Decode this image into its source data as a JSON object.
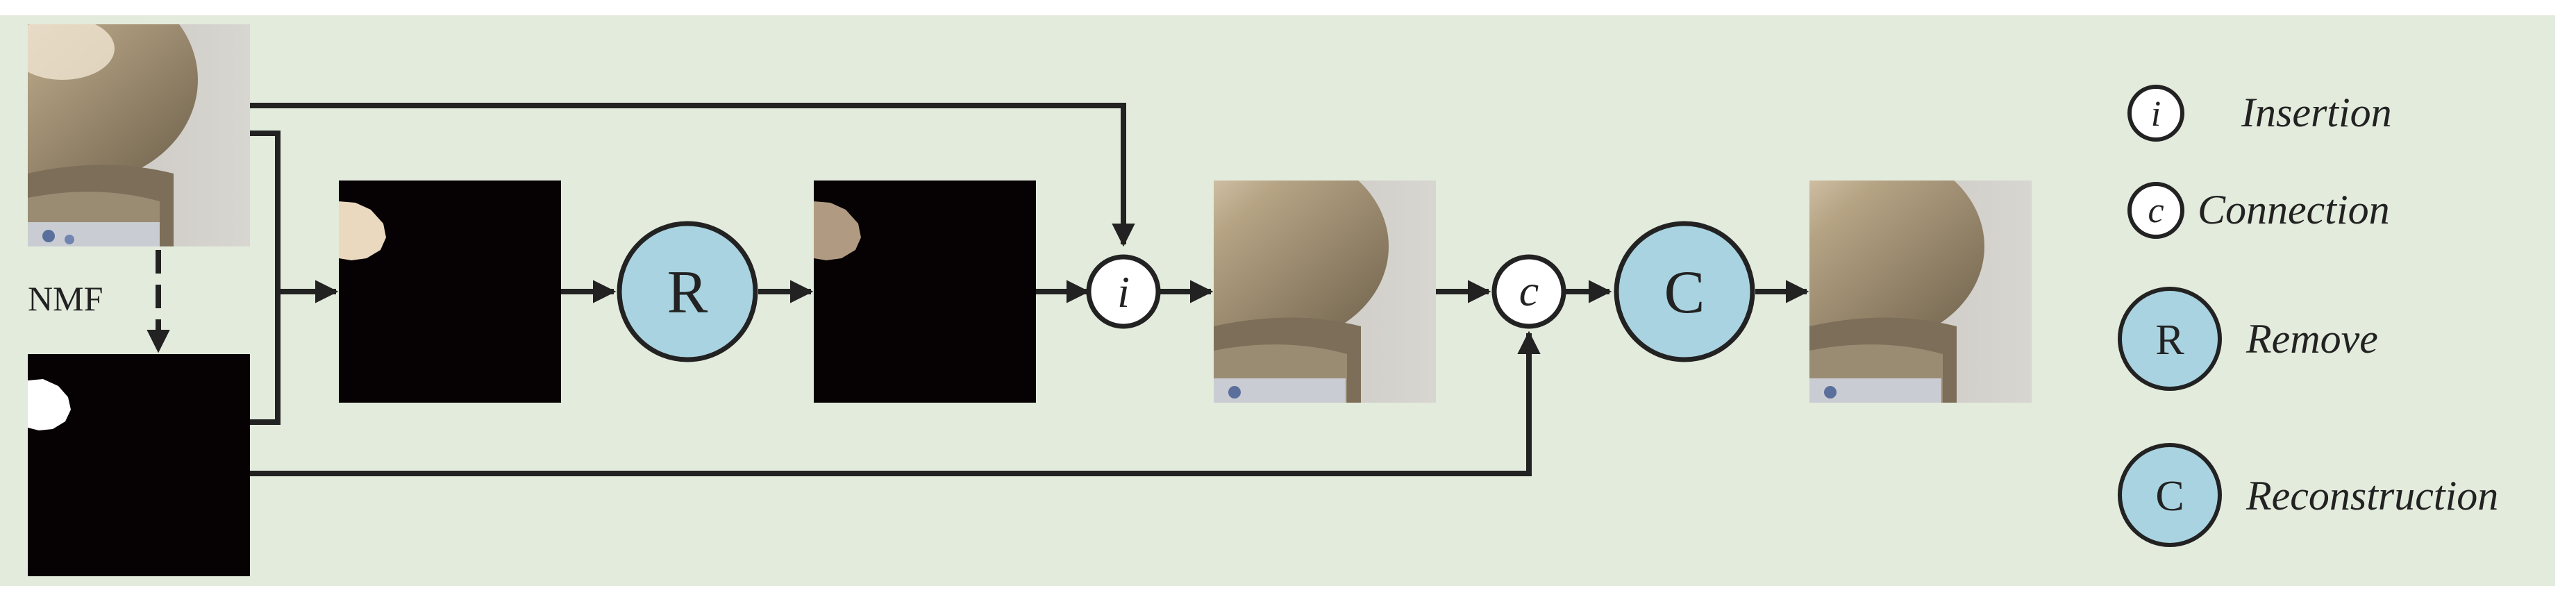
{
  "diagram": {
    "nmf_label": "NMF",
    "op_insertion_symbol": "i",
    "op_connection_symbol": "c",
    "op_remove_symbol": "R",
    "op_reconstruction_symbol": "C"
  },
  "legend": {
    "items": [
      {
        "symbol": "i",
        "label": "Insertion"
      },
      {
        "symbol": "c",
        "label": "Connection"
      },
      {
        "symbol": "R",
        "label": "Remove"
      },
      {
        "symbol": "C",
        "label": "Reconstruction"
      }
    ]
  },
  "colors": {
    "background": "#e3ebdc",
    "circle_fill_blue": "#a9d3e0",
    "mask_black": "#060203",
    "arrow": "#222222"
  }
}
